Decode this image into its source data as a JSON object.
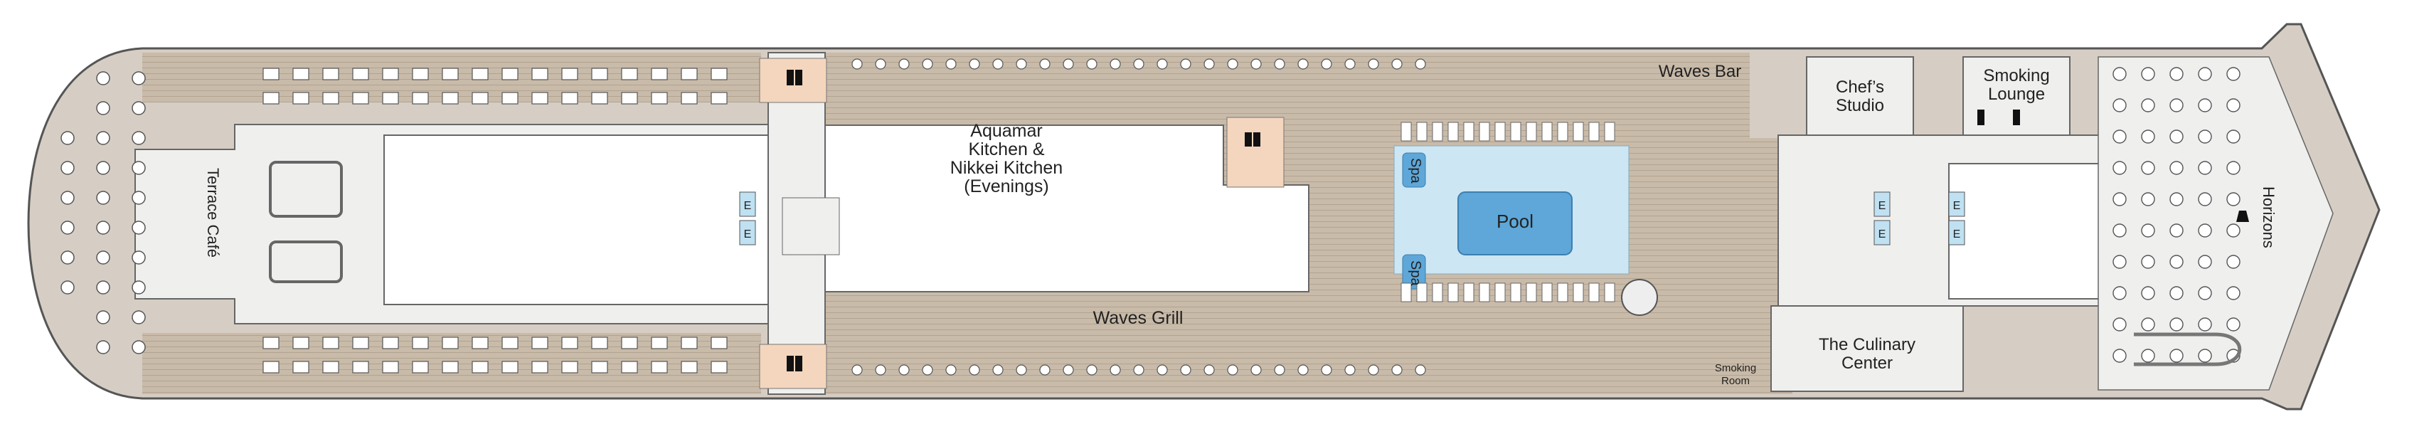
{
  "labels": {
    "terrace": "Terrace Café",
    "aquamar_1": "Aquamar",
    "aquamar_2": "Kitchen &",
    "aquamar_3": "Nikkei Kitchen",
    "aquamar_4": "(Evenings)",
    "waves_bar": "Waves Bar",
    "waves_grill": "Waves Grill",
    "pool": "Pool",
    "spa": "Spa",
    "chefs_1": "Chef’s",
    "chefs_2": "Studio",
    "smoking_lounge_1": "Smoking",
    "smoking_lounge_2": "Lounge",
    "culinary_1": "The Culinary",
    "culinary_2": "Center",
    "smoking_room_1": "Smoking",
    "smoking_room_2": "Room",
    "horizons": "Horizons",
    "elevator": "E"
  },
  "colors": {
    "hull": "#d6cec4",
    "wood": "#c9bba9",
    "teak_line": "#a89886",
    "room": "#efefee",
    "restroom": "#f3d6bd",
    "pool_deck": "#cde6f3",
    "pool": "#5ea7d8",
    "elevator": "#bfe1f2",
    "outline": "#555555"
  },
  "icons": {
    "restroom": "restroom-icon",
    "elevator": "elevator-icon",
    "stairs": "stairs-icon",
    "bell": "bell-icon"
  }
}
